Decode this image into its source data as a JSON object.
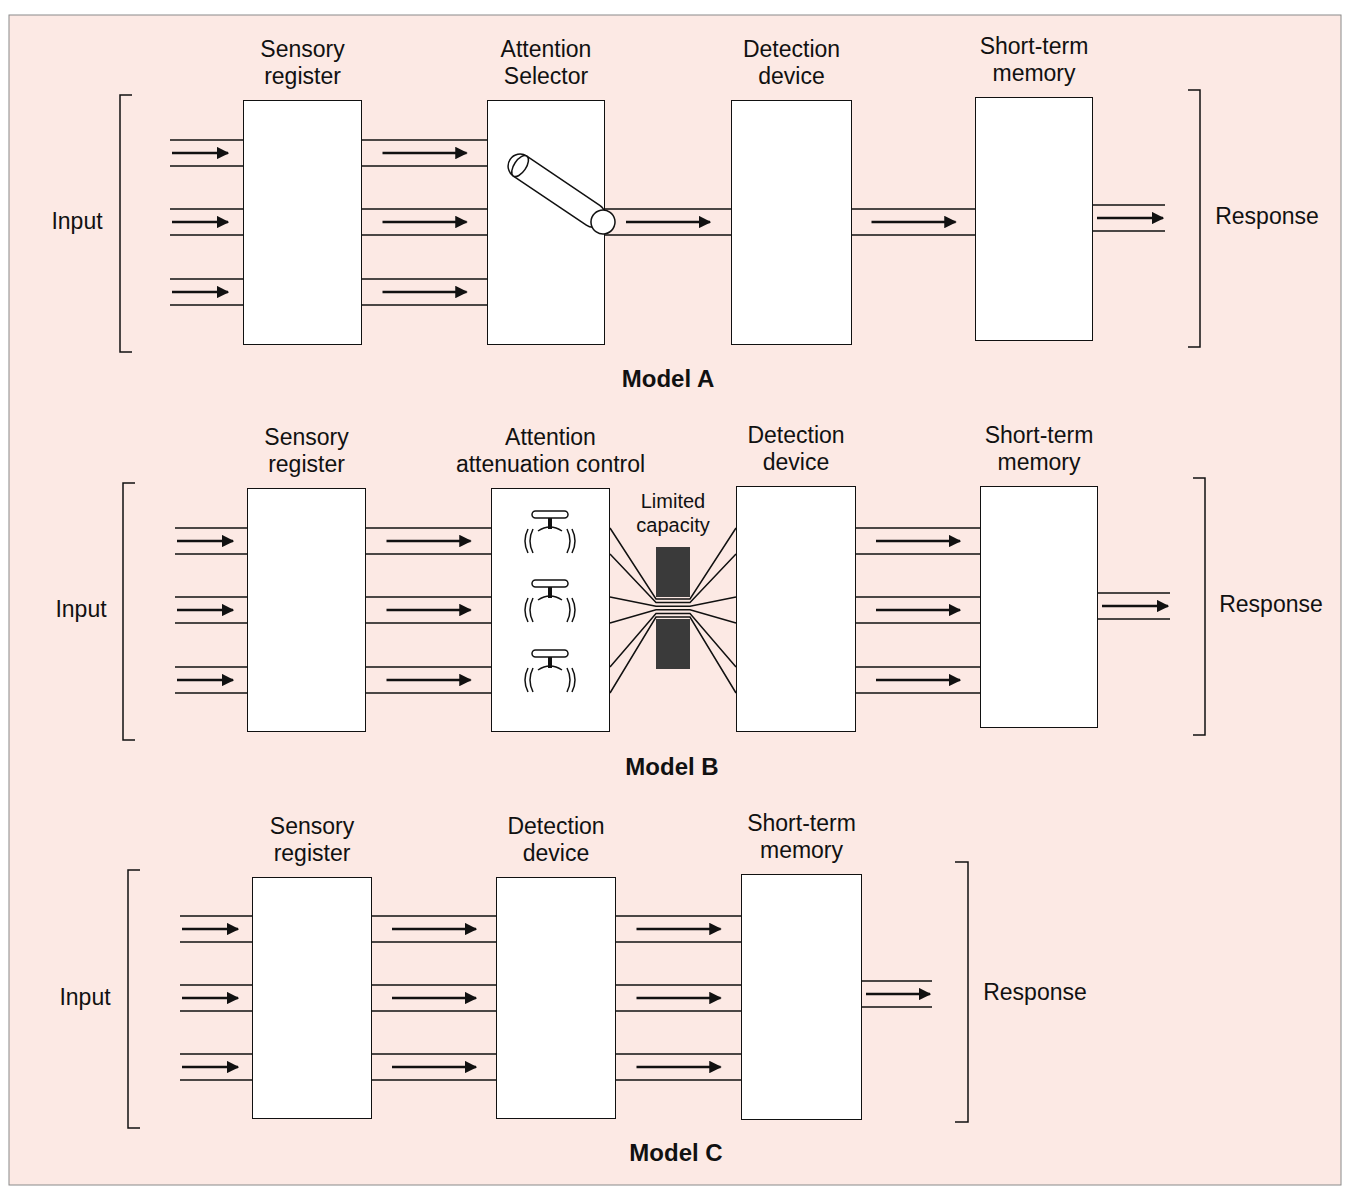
{
  "diagram": {
    "nodes": [
      {
        "text": [
          "Sensory register"
        ]
      },
      {
        "text": [
          "Attention Selector"
        ]
      },
      {
        "text": [
          "Detection device"
        ]
      },
      {
        "text": [
          "Short-term memory"
        ]
      },
      {
        "text": [
          "Sensory register"
        ]
      },
      {
        "text": [
          "Attention attenuation control"
        ]
      },
      {
        "text": [
          "Detection device"
        ]
      },
      {
        "text": [
          "Short-term memory"
        ]
      },
      {
        "text": [
          "Sensory register"
        ]
      },
      {
        "text": [
          "Detection device"
        ]
      },
      {
        "text": [
          "Short-term memory"
        ]
      }
    ],
    "edges": [
      {
        "from": 0,
        "to": 1,
        "arrow": "to"
      },
      {
        "from": 0,
        "to": 1,
        "arrow": "to"
      },
      {
        "from": 0,
        "to": 1,
        "arrow": "to"
      },
      {
        "from": 1,
        "to": 2,
        "arrow": "to"
      },
      {
        "from": 2,
        "to": 3,
        "arrow": "to"
      },
      {
        "from": 4,
        "to": 5,
        "arrow": "to"
      },
      {
        "from": 4,
        "to": 5,
        "arrow": "to"
      },
      {
        "from": 4,
        "to": 5,
        "arrow": "to"
      },
      {
        "from": 5,
        "to": 6,
        "arrow": "none"
      },
      {
        "from": 5,
        "to": 6,
        "arrow": "none"
      },
      {
        "from": 5,
        "to": 6,
        "arrow": "none"
      },
      {
        "from": 6,
        "to": 7,
        "arrow": "to"
      },
      {
        "from": 6,
        "to": 7,
        "arrow": "to"
      },
      {
        "from": 6,
        "to": 7,
        "arrow": "to"
      },
      {
        "from": 8,
        "to": 9,
        "arrow": "to"
      },
      {
        "from": 8,
        "to": 9,
        "arrow": "to"
      },
      {
        "from": 8,
        "to": 9,
        "arrow": "to"
      },
      {
        "from": 9,
        "to": 10,
        "arrow": "to"
      },
      {
        "from": 9,
        "to": 10,
        "arrow": "to"
      },
      {
        "from": 9,
        "to": 10,
        "arrow": "to"
      }
    ],
    "labels": [
      "Input",
      "Response",
      "Model A",
      "Input",
      "Limited capacity",
      "Response",
      "Model B",
      "Input",
      "Response",
      "Model C"
    ]
  }
}
